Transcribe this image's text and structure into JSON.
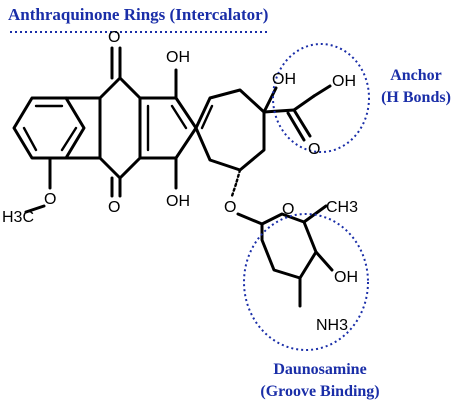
{
  "labels": {
    "title": "Anthraquinone Rings (Intercalator)",
    "anchor": "Anchor",
    "anchor_sub": "(H Bonds)",
    "sugar": "Daunosamine",
    "sugar_sub": "(Groove Binding)"
  },
  "atoms": {
    "oh_top": "OH",
    "oh_bottom": "OH",
    "oh_side": "OH",
    "oh_terminal": "OH",
    "oxo_top": "O",
    "oxo_bottom": "O",
    "oxo_ketone": "O",
    "methoxy_o": "O",
    "methyl": "H3C",
    "glyco_o": "O",
    "ring_o": "O",
    "ch3": "CH3",
    "sugar_oh": "OH",
    "nh3": "NH3"
  },
  "colors": {
    "label": "#1a2ea8",
    "structure": "#000000"
  }
}
